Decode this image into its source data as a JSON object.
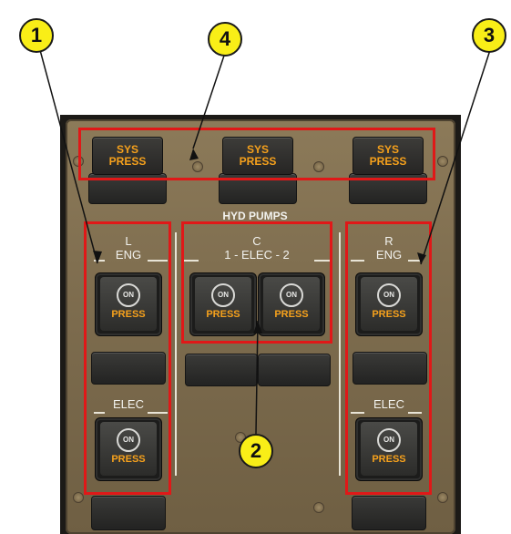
{
  "callouts": {
    "c1": "1",
    "c2": "2",
    "c3": "3",
    "c4": "4"
  },
  "sys_press": {
    "left": {
      "line1": "SYS",
      "line2": "PRESS"
    },
    "center": {
      "line1": "SYS",
      "line2": "PRESS"
    },
    "right": {
      "line1": "SYS",
      "line2": "PRESS"
    }
  },
  "panel_title": "HYD PUMPS",
  "left_column": {
    "eng_line1": "L",
    "eng_line2": "ENG",
    "elec": "ELEC"
  },
  "center_column": {
    "line1": "C",
    "line2": "1 - ELEC - 2"
  },
  "right_column": {
    "eng_line1": "R",
    "eng_line2": "ENG",
    "elec": "ELEC"
  },
  "button": {
    "on": "ON",
    "press": "PRESS"
  },
  "colors": {
    "callout": "#f9ee17",
    "highlight": "#e01818",
    "amber": "#f6a11c",
    "panel": "#7d6c4e"
  }
}
